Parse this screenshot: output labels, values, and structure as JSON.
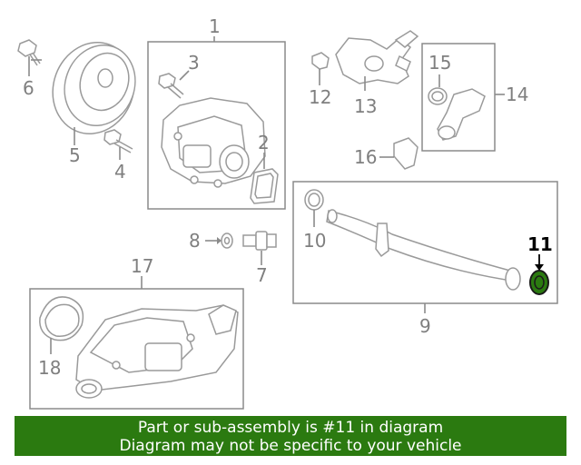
{
  "callouts": {
    "c1": "1",
    "c2": "2",
    "c3": "3",
    "c4": "4",
    "c5": "5",
    "c6": "6",
    "c7": "7",
    "c8": "8",
    "c9": "9",
    "c10": "10",
    "c11": "11",
    "c12": "12",
    "c13": "13",
    "c14": "14",
    "c15": "15",
    "c16": "16",
    "c17": "17",
    "c18": "18"
  },
  "highlight": {
    "part_number": "11",
    "color": "#2b7a10"
  },
  "banner": {
    "line1": "Part or sub-assembly is #11 in diagram",
    "line2": "Diagram may not be specific to your vehicle",
    "background": "#2b7a10"
  }
}
